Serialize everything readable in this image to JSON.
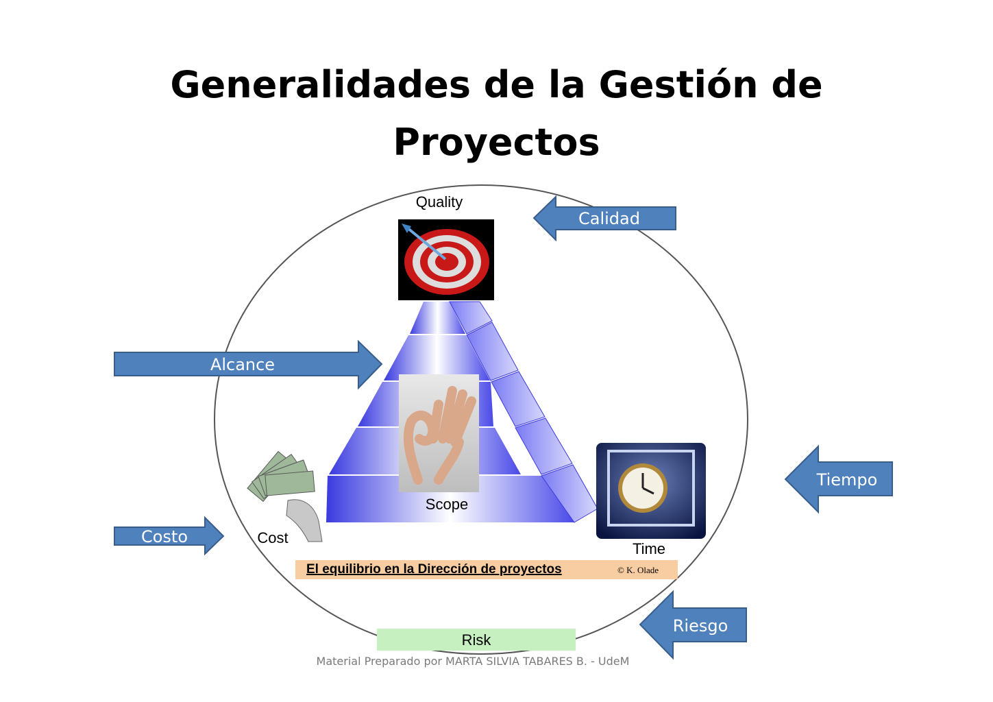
{
  "title": {
    "line1": "Generalidades de la Gestión  de",
    "line2": "Proyectos"
  },
  "diagram": {
    "labels": {
      "quality": "Quality",
      "scope": "Scope",
      "cost": "Cost",
      "time": "Time",
      "risk": "Risk"
    },
    "banner": {
      "text": "El equilibrio en la Dirección de proyectos",
      "credit": "© K. Olade"
    },
    "arrows": {
      "calidad": "Calidad",
      "alcance": "Alcance",
      "costo": "Costo",
      "tiempo": "Tiempo",
      "riesgo": "Riesgo"
    },
    "colors": {
      "arrow_fill": "#4f81bd",
      "arrow_stroke": "#385d8a",
      "pyramid": "#6b6bf0",
      "banner_bg": "#f8c898",
      "risk_bg": "#c6f0c0"
    }
  },
  "footer": {
    "text": "Material Preparado por MARTA SILVIA TABARES B. -  UdeM"
  }
}
